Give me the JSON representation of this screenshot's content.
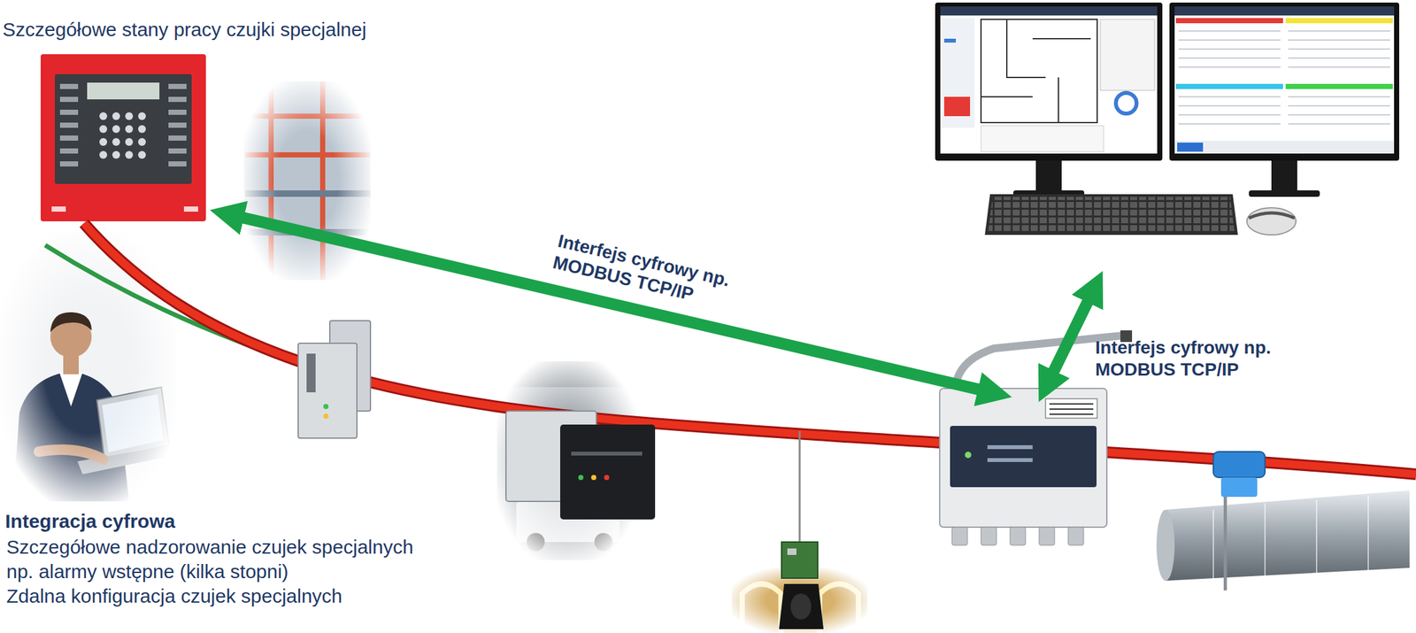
{
  "diagram": {
    "title": "Szczegółowe stany pracy czujki specjalnej",
    "labels": [
      "Interfejs cyfrowy np. MODBUS TCP/IP",
      "Interfejs cyfrowy np. MODBUS TCP/IP",
      "Integracja cyfrowa",
      "Szczegółowe nadzorowanie czujek specjalnych",
      "np. alarmy wstępne (kilka stopni)",
      "Zdalna konfiguracja czujek specjalnych"
    ]
  }
}
